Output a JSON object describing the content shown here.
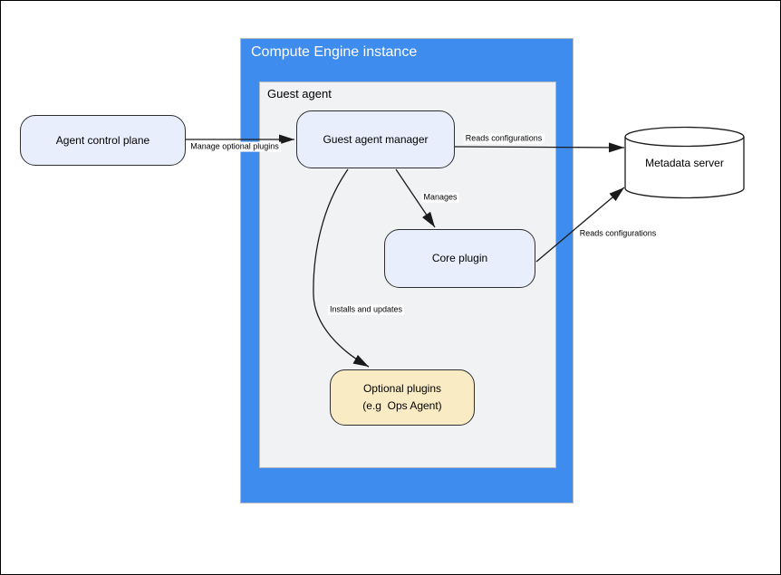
{
  "colors": {
    "canvas-bg": "#ffffff",
    "canvas-border": "#000000",
    "instance-fill": "#3e8cee",
    "instance-title": "#ffffff",
    "frame-border": "#b7babd",
    "panel-fill": "#f1f2f4",
    "node-blue-fill": "#e8eefb",
    "node-tan-fill": "#f9ebc4",
    "node-border": "#2e2e2e",
    "edge-color": "#1a1a1a",
    "label-bg": "#ffffff"
  },
  "containers": {
    "compute_engine_instance": {
      "title": "Compute Engine instance"
    },
    "guest_agent": {
      "title": "Guest agent"
    }
  },
  "nodes": {
    "agent_control_plane": {
      "label": "Agent control plane"
    },
    "guest_agent_manager": {
      "label": "Guest agent manager"
    },
    "core_plugin": {
      "label": "Core plugin"
    },
    "optional_plugins": {
      "label_line1": "Optional plugins",
      "label_line2": "(e.g  Ops Agent)"
    },
    "metadata_server": {
      "label": "Metadata server"
    }
  },
  "edges": {
    "manage_optional_plugins": {
      "label": "Manage optional plugins"
    },
    "reads_configurations_manager": {
      "label": "Reads configurations"
    },
    "manages": {
      "label": "Manages"
    },
    "installs_and_updates": {
      "label": "Installs and updates"
    },
    "reads_configurations_core": {
      "label": "Reads configurations"
    }
  }
}
